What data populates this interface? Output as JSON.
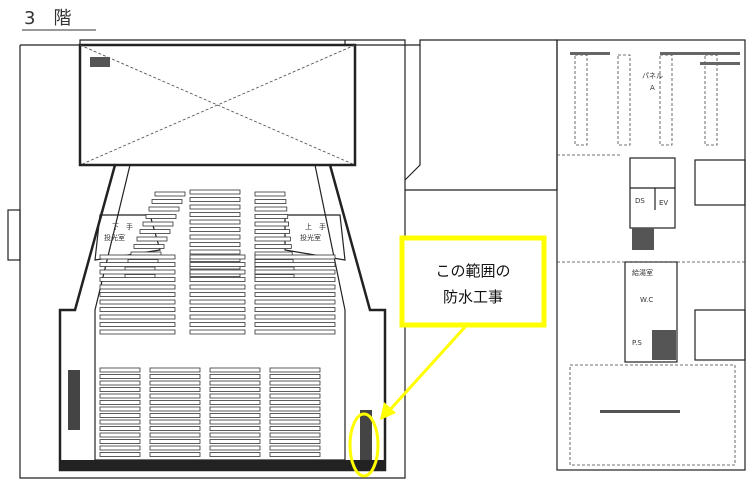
{
  "title": "3　階",
  "rooms": {
    "left_projection": [
      "下　手",
      "投光室"
    ],
    "right_projection": [
      "上　手",
      "投光室"
    ],
    "panel": [
      "パネル",
      "A"
    ],
    "ds": "DS",
    "ev": "EV",
    "kitchenette": "給湯室",
    "wc": "W.C",
    "ps": "P.S"
  },
  "callout": {
    "lines": [
      "この範囲の",
      "防水工事"
    ],
    "color": "#ffff00"
  }
}
